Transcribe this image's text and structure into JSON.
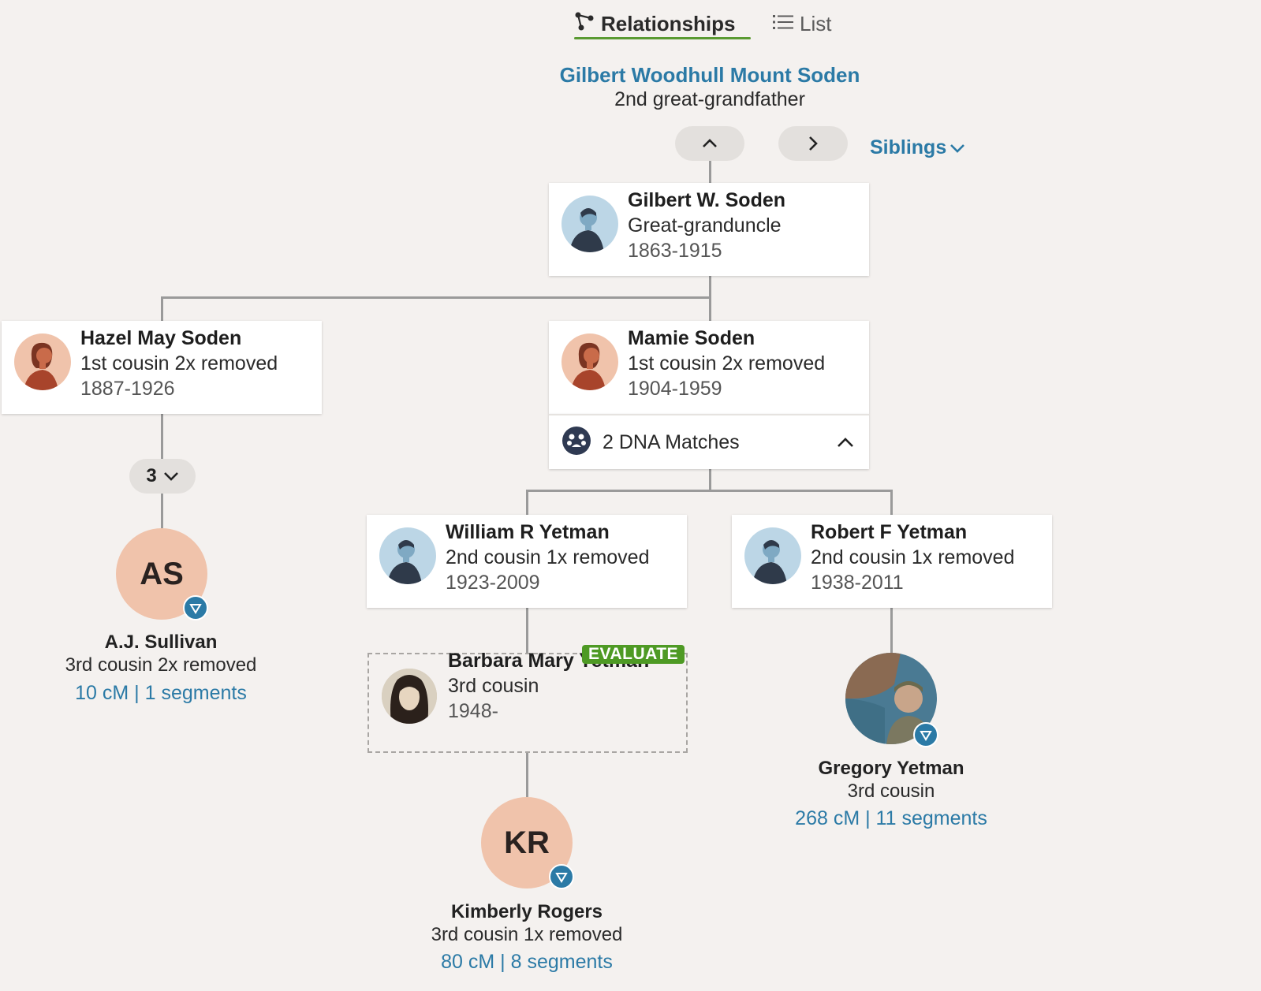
{
  "tabs": {
    "relationships": "Relationships",
    "list": "List"
  },
  "ancestor": {
    "name": "Gilbert Woodhull Mount Soden",
    "relation": "2nd great-grandfather"
  },
  "nav": {
    "siblings_label": "Siblings"
  },
  "people": {
    "gilbert": {
      "name": "Gilbert W. Soden",
      "relation": "Great-granduncle",
      "years": "1863-1915"
    },
    "hazel": {
      "name": "Hazel May Soden",
      "relation": "1st cousin 2x removed",
      "years": "1887-1926"
    },
    "mamie": {
      "name": "Mamie Soden",
      "relation": "1st cousin 2x removed",
      "years": "1904-1959"
    },
    "william": {
      "name": "William R Yetman",
      "relation": "2nd cousin 1x removed",
      "years": "1923-2009"
    },
    "robert": {
      "name": "Robert F Yetman",
      "relation": "2nd cousin 1x removed",
      "years": "1938-2011"
    },
    "barbara": {
      "name": "Barbara Mary Yetman",
      "relation": "3rd cousin",
      "years": "1948-",
      "badge": "EVALUATE"
    }
  },
  "mamie_dna": {
    "label": "2 DNA Matches"
  },
  "hazel_collapsed_count": "3",
  "matches": {
    "sullivan": {
      "initials": "AS",
      "name": "A.J. Sullivan",
      "relation": "3rd cousin 2x removed",
      "shared": "10 cM | 1 segments"
    },
    "rogers": {
      "initials": "KR",
      "name": "Kimberly Rogers",
      "relation": "3rd cousin 1x removed",
      "shared": "80 cM | 8 segments"
    },
    "gregory": {
      "name": "Gregory Yetman",
      "relation": "3rd cousin",
      "shared": "268 cM | 11 segments"
    }
  },
  "colors": {
    "background": "#f4f1ef",
    "link": "#2b7aa6",
    "active_tab": "#5a9a32",
    "evaluate": "#4e9a24",
    "female_avatar": "#f0c3ab",
    "male_avatar": "#bcd6e6"
  }
}
